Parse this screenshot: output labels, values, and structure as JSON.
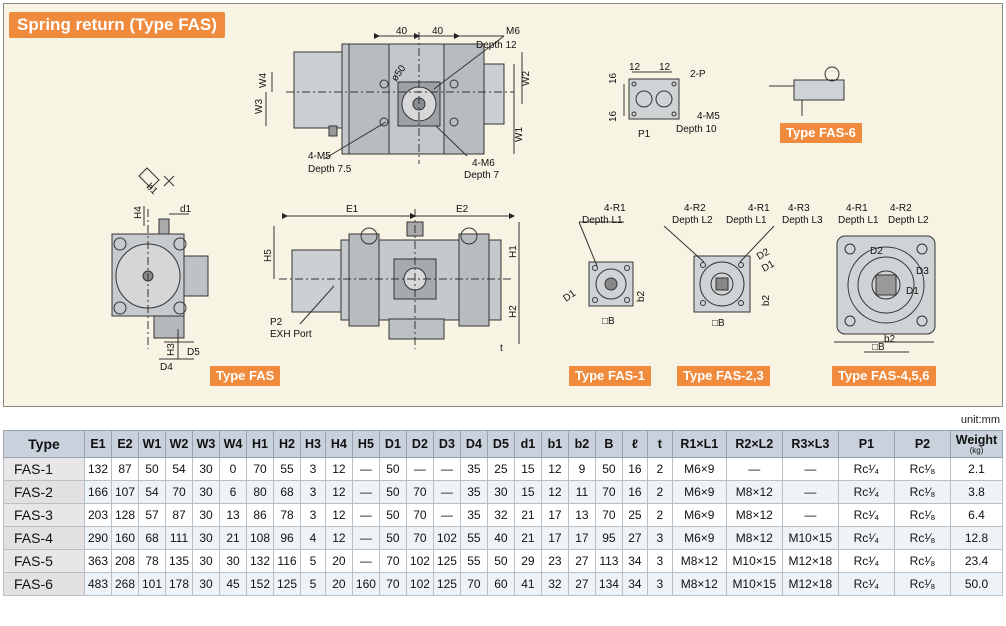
{
  "title": "Spring return (Type FAS)",
  "drawing_labels": {
    "top_dim_a": "40",
    "top_dim_b": "40",
    "m6": "M6",
    "m6_depth": "Depth 12",
    "phi50": "ø50",
    "w4": "W4",
    "w3": "W3",
    "w2": "W2",
    "w1": "W1",
    "m5_4": "4-M5",
    "m5_depth": "Depth 7.5",
    "m6_4": "4-M6",
    "m6_4_depth": "Depth 7",
    "port_12a": "12",
    "port_12b": "12",
    "port_16a": "16",
    "port_16b": "16",
    "port_2p": "2-P",
    "port_4m5": "4-M5",
    "port_depth10": "Depth 10",
    "port_p1": "P1",
    "b1": "b1",
    "d1": "d1",
    "h4": "H4",
    "h3": "H3",
    "d5": "D5",
    "d4": "D4",
    "e1": "E1",
    "e2": "E2",
    "h5": "H5",
    "h1": "H1",
    "h2": "H2",
    "t": "t",
    "p2": "P2",
    "exh_port": "EXH Port",
    "fas1_r1": "4-R1",
    "fas1_depth": "Depth L1",
    "fas1_d1": "D1",
    "fas1_b2": "b2",
    "fas1_b": "□B",
    "fas23_r2": "4-R2",
    "fas23_l2": "Depth L2",
    "fas23_r1": "4-R1",
    "fas23_l1": "Depth L1",
    "fas23_d2": "D2",
    "fas23_d1": "D1",
    "fas23_b2": "b2",
    "fas23_b": "□B",
    "fas456_r3": "4-R3",
    "fas456_l3": "Depth L3",
    "fas456_r1": "4-R1",
    "fas456_l1": "Depth L1",
    "fas456_r2": "4-R2",
    "fas456_l2": "Depth L2",
    "fas456_d2": "D2",
    "fas456_d3": "D3",
    "fas456_d1": "D1",
    "fas456_b": "□B",
    "fas456_b2": "b2"
  },
  "type_tags": {
    "fas": "Type FAS",
    "fas1": "Type FAS-1",
    "fas23": "Type FAS-2,3",
    "fas456": "Type FAS-4,5,6",
    "fas6": "Type FAS-6"
  },
  "unit": "unit:mm",
  "table": {
    "headers": [
      "Type",
      "E1",
      "E2",
      "W1",
      "W2",
      "W3",
      "W4",
      "H1",
      "H2",
      "H3",
      "H4",
      "H5",
      "D1",
      "D2",
      "D3",
      "D4",
      "D5",
      "d1",
      "b1",
      "b2",
      "B",
      "ℓ",
      "t",
      "R1×L1",
      "R2×L2",
      "R3×L3",
      "P1",
      "P2",
      "Weight"
    ],
    "weight_unit": "(kg)",
    "rows": [
      [
        "FAS-1",
        "132",
        "87",
        "50",
        "54",
        "30",
        "0",
        "70",
        "55",
        "3",
        "12",
        "—",
        "50",
        "—",
        "—",
        "35",
        "25",
        "15",
        "12",
        "9",
        "50",
        "16",
        "2",
        "M6×9",
        "—",
        "—",
        "Rc¹⁄₄",
        "Rc¹⁄₈",
        "2.1"
      ],
      [
        "FAS-2",
        "166",
        "107",
        "54",
        "70",
        "30",
        "6",
        "80",
        "68",
        "3",
        "12",
        "—",
        "50",
        "70",
        "—",
        "35",
        "30",
        "15",
        "12",
        "11",
        "70",
        "16",
        "2",
        "M6×9",
        "M8×12",
        "—",
        "Rc¹⁄₄",
        "Rc¹⁄₈",
        "3.8"
      ],
      [
        "FAS-3",
        "203",
        "128",
        "57",
        "87",
        "30",
        "13",
        "86",
        "78",
        "3",
        "12",
        "—",
        "50",
        "70",
        "—",
        "35",
        "32",
        "21",
        "17",
        "13",
        "70",
        "25",
        "2",
        "M6×9",
        "M8×12",
        "—",
        "Rc¹⁄₄",
        "Rc¹⁄₈",
        "6.4"
      ],
      [
        "FAS-4",
        "290",
        "160",
        "68",
        "111",
        "30",
        "21",
        "108",
        "96",
        "4",
        "12",
        "—",
        "50",
        "70",
        "102",
        "55",
        "40",
        "21",
        "17",
        "17",
        "95",
        "27",
        "3",
        "M6×9",
        "M8×12",
        "M10×15",
        "Rc¹⁄₄",
        "Rc¹⁄₈",
        "12.8"
      ],
      [
        "FAS-5",
        "363",
        "208",
        "78",
        "135",
        "30",
        "30",
        "132",
        "116",
        "5",
        "20",
        "—",
        "70",
        "102",
        "125",
        "55",
        "50",
        "29",
        "23",
        "27",
        "113",
        "34",
        "3",
        "M8×12",
        "M10×15",
        "M12×18",
        "Rc¹⁄₄",
        "Rc¹⁄₈",
        "23.4"
      ],
      [
        "FAS-6",
        "483",
        "268",
        "101",
        "178",
        "30",
        "45",
        "152",
        "125",
        "5",
        "20",
        "160",
        "70",
        "102",
        "125",
        "70",
        "60",
        "41",
        "32",
        "27",
        "134",
        "34",
        "3",
        "M8×12",
        "M10×15",
        "M12×18",
        "Rc¹⁄₄",
        "Rc¹⁄₈",
        "50.0"
      ]
    ]
  }
}
